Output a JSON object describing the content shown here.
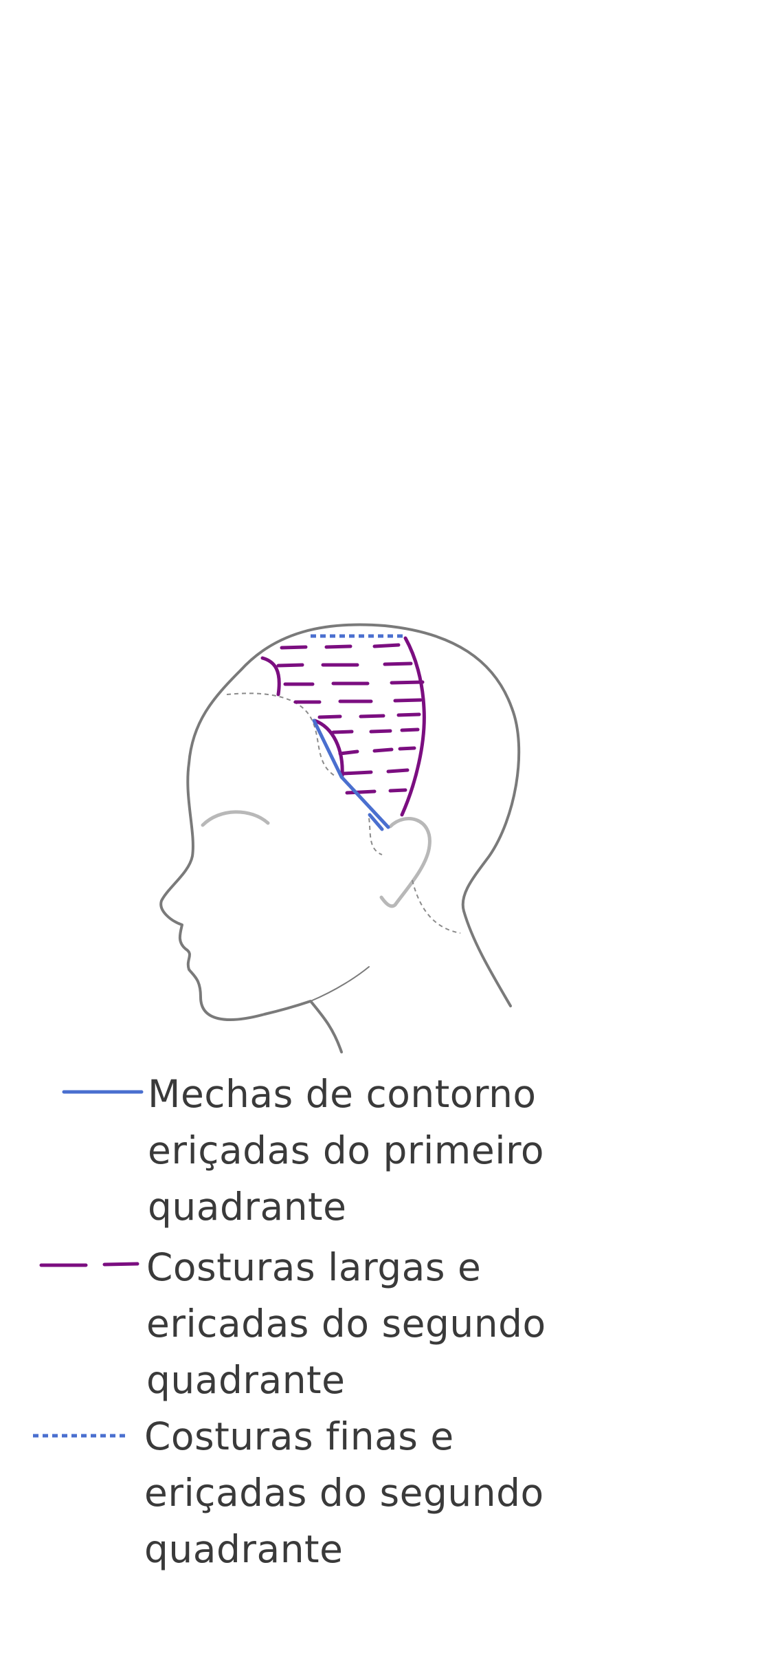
{
  "colors": {
    "head_outline": "#7a7a7a",
    "ear": "#b8b8b8",
    "guide_dashed": "#8a8a8a",
    "blue": "#4a6fcf",
    "purple": "#7b0e80",
    "text": "#3a3a3a",
    "background": "#ffffff"
  },
  "legend": [
    {
      "style": "solid",
      "color": "blue",
      "label": "Mechas de contorno\neriçadas do primeiro\nquadrante"
    },
    {
      "style": "long-dash",
      "color": "purple",
      "label": "Costuras largas e\nericadas do segundo\nquadrante"
    },
    {
      "style": "dotted",
      "color": "blue",
      "label": "Costuras finas e\neriçadas do segundo\nquadrante"
    }
  ]
}
